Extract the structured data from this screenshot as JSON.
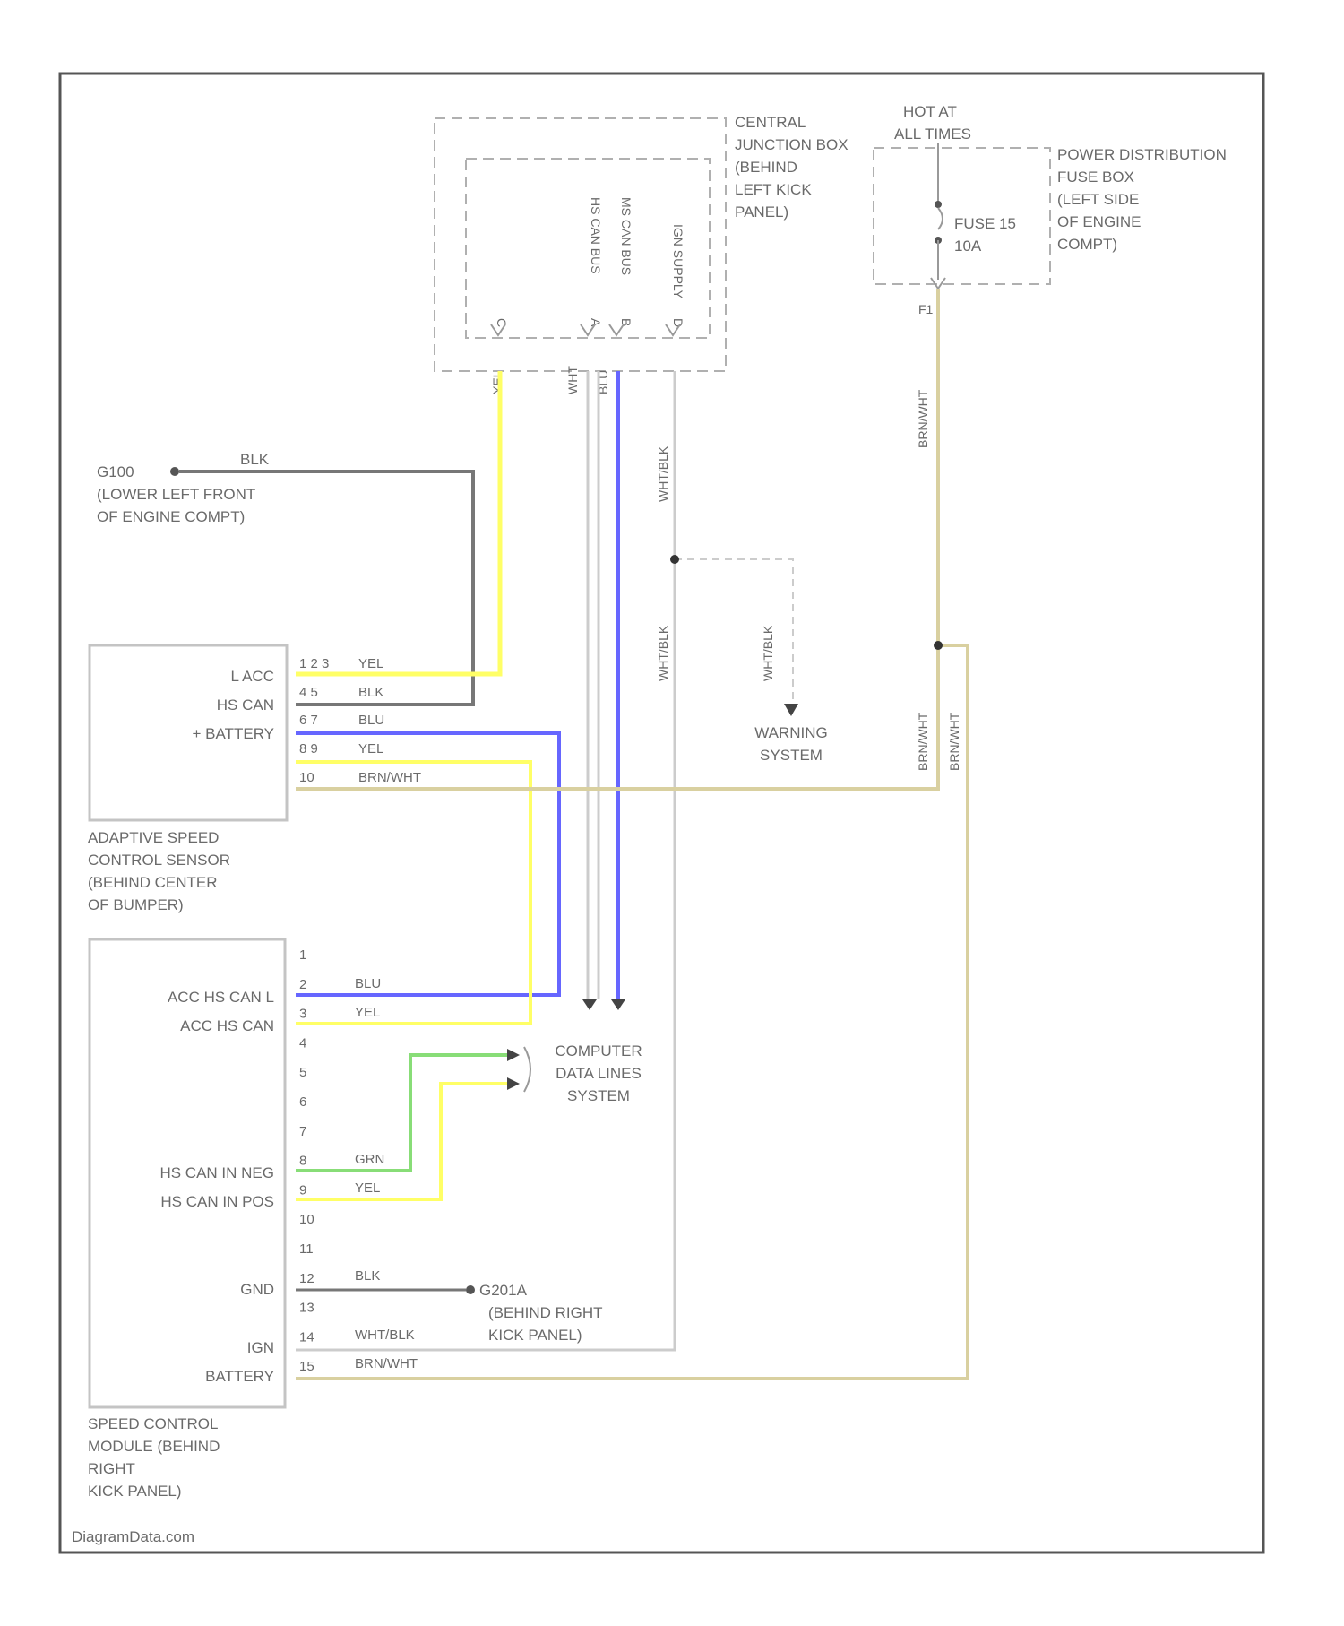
{
  "colors": {
    "frame": "#555555",
    "dashed": "#b0b0b0",
    "box": "#c4c4c4",
    "text": "#6a6a6a",
    "yel": "#ffff66",
    "blu": "#6666ff",
    "grn": "#88dd77",
    "blk": "#777777",
    "brn_wht": "#d9d0a0",
    "wht": "#cccccc"
  },
  "central_junction_box": {
    "label": [
      "CENTRAL",
      "JUNCTION BOX",
      "(BEHIND",
      "LEFT KICK",
      "PANEL)"
    ],
    "vertical_labels": [
      "HS CAN BUS",
      "MS CAN BUS",
      "IGN SUPPLY"
    ],
    "pin_labels": [
      "C",
      "A",
      "B",
      "D"
    ],
    "wires": [
      "YEL",
      "WHT",
      "BLU",
      "WHT/BLK"
    ]
  },
  "power_distribution": {
    "hot_label": [
      "HOT AT",
      "ALL TIMES"
    ],
    "label": [
      "POWER DISTRIBUTION",
      "FUSE BOX",
      "(LEFT SIDE",
      "OF ENGINE",
      "COMPT)"
    ],
    "fuse": [
      "FUSE 15",
      "10A"
    ],
    "pin": "F1",
    "wire": "BRN/WHT"
  },
  "ground_g100": {
    "name": "G100",
    "wire": "BLK",
    "location": [
      "(LOWER LEFT FRONT",
      "OF ENGINE COMPT)"
    ]
  },
  "adaptive_sensor": {
    "labels": [
      "L ACC",
      "HS CAN",
      "+ BATTERY"
    ],
    "pins": [
      "1 2 3",
      "4 5",
      "6 7",
      "8 9",
      "10"
    ],
    "wires": [
      "YEL",
      "BLK",
      "BLU",
      "YEL",
      "BRN/WHT"
    ],
    "caption": [
      "ADAPTIVE SPEED",
      "CONTROL SENSOR",
      "(BEHIND CENTER",
      "OF BUMPER)"
    ]
  },
  "warning_system": {
    "wire": "WHT/BLK",
    "label": [
      "WARNING",
      "SYSTEM"
    ]
  },
  "computer_data_lines": {
    "label": [
      "COMPUTER",
      "DATA LINES",
      "SYSTEM"
    ]
  },
  "speed_control_module": {
    "labels": [
      "ACC HS CAN L",
      "ACC HS CAN",
      "HS CAN IN NEG",
      "HS CAN IN POS",
      "GND",
      "IGN",
      "BATTERY"
    ],
    "pins": [
      "1",
      "2",
      "3",
      "4",
      "5",
      "6",
      "7",
      "8",
      "9",
      "10",
      "11",
      "12",
      "13",
      "14",
      "15"
    ],
    "wires": [
      "BLU",
      "YEL",
      "GRN",
      "YEL",
      "BLK",
      "WHT/BLK",
      "BRN/WHT"
    ],
    "ground": [
      "G201A",
      "(BEHIND RIGHT",
      "KICK PANEL)"
    ],
    "caption": [
      "SPEED CONTROL",
      "MODULE (BEHIND",
      "RIGHT",
      "KICK PANEL)"
    ]
  },
  "watermark": "DiagramData.com"
}
